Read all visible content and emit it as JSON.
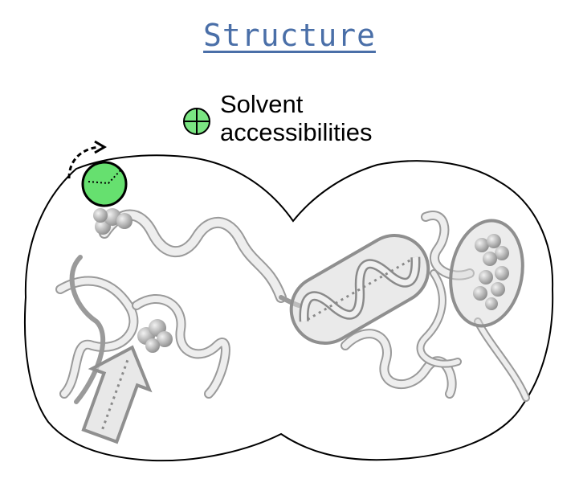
{
  "title": "Structure",
  "legend": {
    "line1": "Solvent",
    "line2": "accessibilities",
    "marker_color": "#7ae582"
  },
  "colors": {
    "title": "#4a6fa8",
    "surface_outline": "#000000",
    "protein": "#e6e6e6",
    "protein_edge": "#9a9a9a",
    "highlight_fill": "#d9d9d9",
    "highlight_stroke": "#8f8f8f",
    "marker": "#66e06f"
  },
  "icons": [
    "solvent-accessibility-marker-icon",
    "rotation-arrow-icon",
    "helix-cylinder-icon",
    "beta-strand-arrow-icon",
    "ligand-sphere-icon"
  ]
}
